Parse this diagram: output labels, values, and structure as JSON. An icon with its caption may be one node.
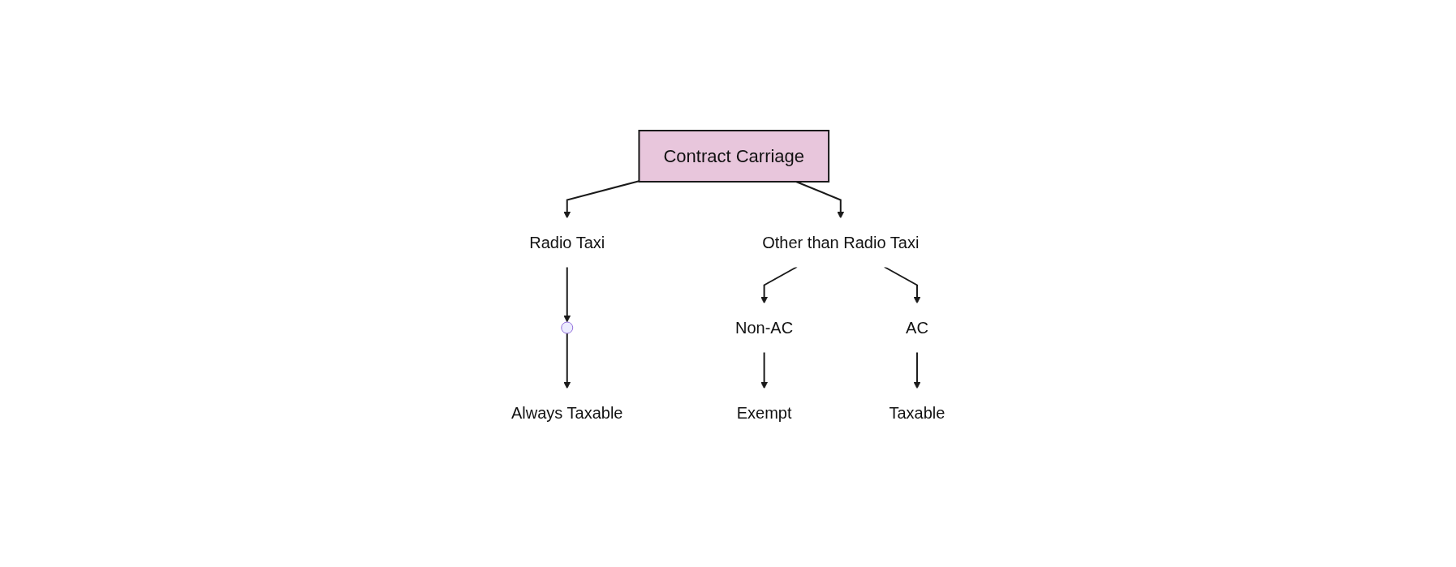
{
  "diagram": {
    "nodes": [
      {
        "text": [
          "Contract Carriage"
        ]
      },
      {
        "text": [
          "Radio Taxi"
        ]
      },
      {
        "text": [
          "Other than Radio Taxi"
        ]
      },
      {
        "text": [],
        "shape": "circle"
      },
      {
        "text": [
          "Always Taxable"
        ]
      },
      {
        "text": [
          "Non-AC"
        ]
      },
      {
        "text": [
          "AC"
        ]
      },
      {
        "text": [
          "Exempt"
        ]
      },
      {
        "text": [
          "Taxable"
        ]
      }
    ],
    "edges": [
      {
        "from": 0,
        "to": 1,
        "arrow": "to"
      },
      {
        "from": 0,
        "to": 2,
        "arrow": "to"
      },
      {
        "from": 1,
        "to": 3,
        "arrow": "to"
      },
      {
        "from": 3,
        "to": 4,
        "arrow": "to"
      },
      {
        "from": 2,
        "to": 5,
        "arrow": "to"
      },
      {
        "from": 2,
        "to": 6,
        "arrow": "to"
      },
      {
        "from": 5,
        "to": 7,
        "arrow": "to"
      },
      {
        "from": 6,
        "to": 8,
        "arrow": "to"
      }
    ]
  }
}
